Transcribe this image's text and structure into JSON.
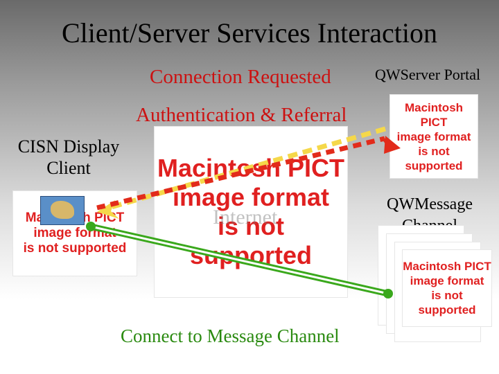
{
  "title": "Client/Server Services Interaction",
  "labels": {
    "connection_requested": "Connection Requested",
    "qwserver_portal": "QWServer Portal",
    "auth_referral": "Authentication & Referral",
    "cisn_client_line1": "CISN Display",
    "cisn_client_line2": "Client",
    "qwmessage_line1": "QWMessage",
    "qwmessage_line2": "Channel",
    "internet": "Internet",
    "connect_channel": "Connect to Message Channel"
  },
  "placeholder": {
    "line1": "Macintosh PICT",
    "line2": "image format",
    "line3": "is not supported"
  },
  "colors": {
    "red": "#cc1111",
    "yellow": "#f5d84a",
    "green": "#3aa81c"
  }
}
